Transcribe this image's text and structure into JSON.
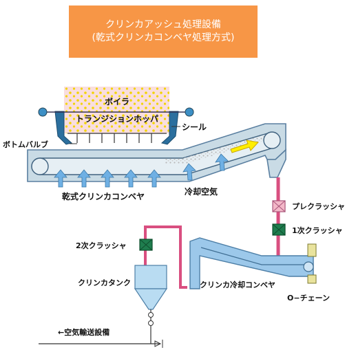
{
  "title": {
    "line1": "クリンカアッシュ処理設備",
    "line2": "(乾式クリンカコンベヤ処理方式)"
  },
  "labels": {
    "boiler": "ボイラ",
    "transition_hopper": "トランジションホッパ",
    "seal": "シール",
    "bottom_valve": "ボトムバルブ",
    "dry_clinker_conveyor": "乾式クリンカコンベヤ",
    "cooling_air": "冷却空気",
    "pre_crusher": "プレクラッシャ",
    "primary_crusher": "1次クラッシャ",
    "secondary_crusher": "2次クラッシャ",
    "clinker_tank": "クリンカタンク",
    "clinker_cooling_conveyor": "クリンカ冷却コンベヤ",
    "o_chain": "O−チェーン",
    "pneumatic_transport": "←空気輸送設備"
  },
  "colors": {
    "title_bg": "#f79646",
    "hopper_fill": "#f9dede",
    "ash_dots": "#f2d400",
    "conveyor_fill": "#c9dbe5",
    "conveyor_stroke": "#5a7fa0",
    "cooling_arrow": "#6fb0e4",
    "ash_pipe": "#d94f80",
    "pre_crusher": "#f3b8c8",
    "crusher": "#1f7d4e",
    "cooling_conveyor": "#9cc8ea",
    "tank": "#b9dcf2",
    "chain_yellow": "#e9e39d",
    "flow_arrow": "#ffee00"
  }
}
